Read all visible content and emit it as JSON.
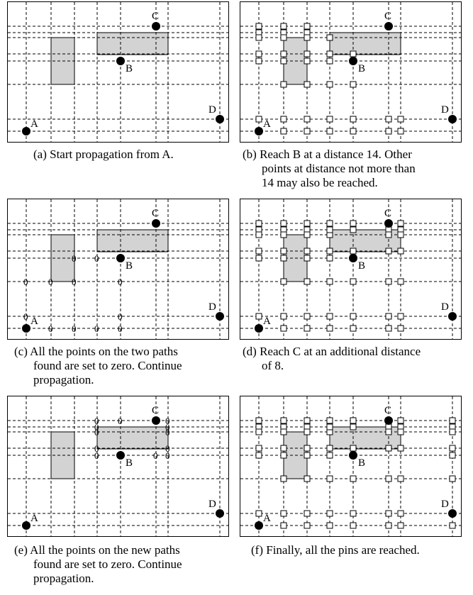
{
  "pins": {
    "A": "A",
    "B": "B",
    "C": "C",
    "D": "D"
  },
  "zero_mark": "0",
  "colors": {
    "obstacle": "#d3d3d3",
    "line": "#000000"
  },
  "panels": [
    {
      "id": "a",
      "markers": "none",
      "caption": [
        "(a) Start propagation from A."
      ]
    },
    {
      "id": "b",
      "markers": "boxes",
      "caption": [
        "(b) Reach B at a distance 14. Other",
        "points at distance not more than",
        "14 may also be reached."
      ]
    },
    {
      "id": "c",
      "markers": "zeros",
      "caption": [
        "(c) All the points on the two paths",
        "found are set to zero. Continue",
        "propagation."
      ]
    },
    {
      "id": "d",
      "markers": "boxes",
      "caption": [
        "(d) Reach C at an additional distance",
        "of 8."
      ]
    },
    {
      "id": "e",
      "markers": "zeros",
      "caption": [
        "(e) All the points on the new paths",
        "found are set to zero. Continue",
        "propagation."
      ]
    },
    {
      "id": "f",
      "markers": "boxes",
      "caption": [
        "(f) Finally, all the pins are reached."
      ]
    }
  ]
}
